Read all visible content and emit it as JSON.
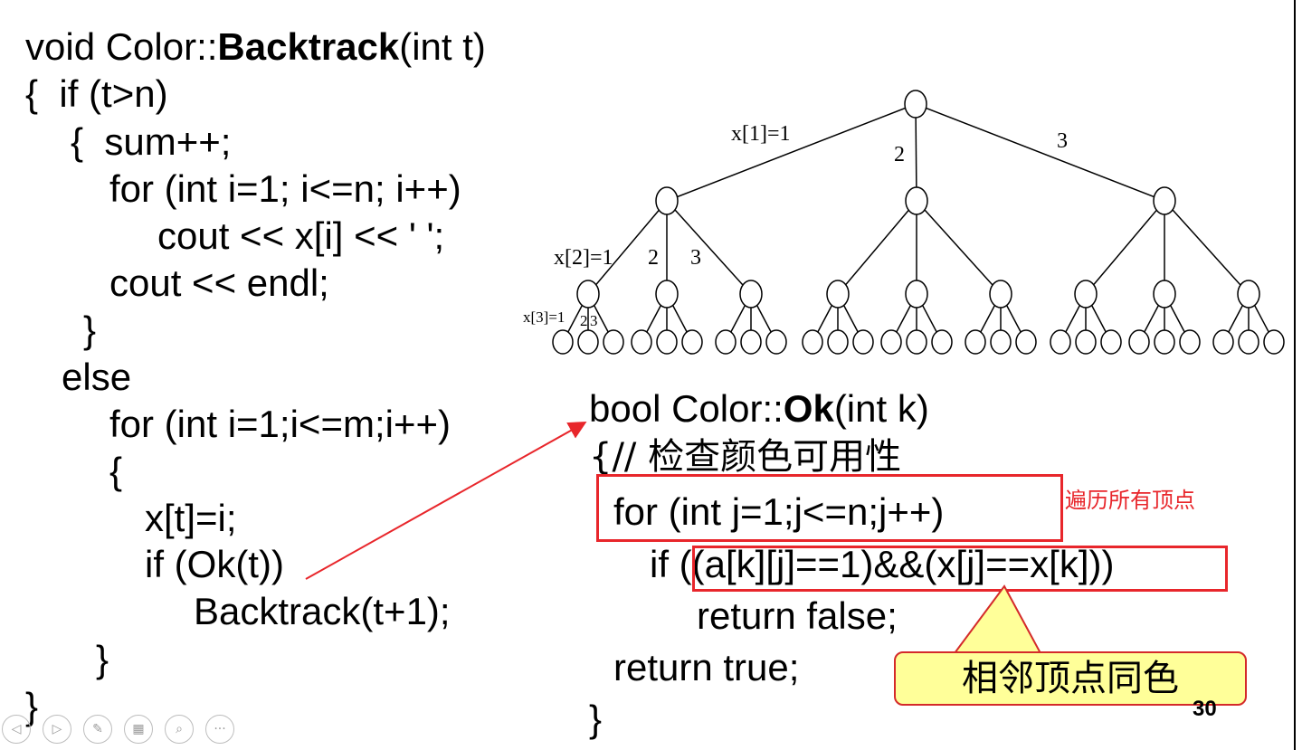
{
  "backtrack": {
    "line1_pre": "void Color::",
    "line1_bold": "Backtrack",
    "line1_post": "(int t)",
    "line2": "{  if (t>n)",
    "line3": "{  sum++;",
    "line4": "for (int i=1; i<=n; i++)",
    "line5": "cout << x[i] << ' ';",
    "line6": "cout << endl;",
    "line7": "}",
    "line8": "else",
    "line9": "for (int i=1;i<=m;i++)",
    "line10": "{",
    "line11": "x[t]=i;",
    "line12": "if (Ok(t))",
    "line13": "Backtrack(t+1);",
    "line14": "}",
    "line15": "}"
  },
  "ok": {
    "line1_pre": "bool Color::",
    "line1_bold": "Ok",
    "line1_post": "(int k)",
    "line2": "{// 检查颜色可用性",
    "line3": "for (int j=1;j<=n;j++)",
    "line4": "if ((a[k][j]==1)&&(x[j]==x[k]))",
    "line5": "return false;",
    "line6": "return true;",
    "line7": "}"
  },
  "annotations": {
    "traverse_label": "遍历所有顶点",
    "callout_text": "相邻顶点同色",
    "accent_color": "#e8262b",
    "callout_bg": "#ffff99"
  },
  "tree": {
    "level1_labels": [
      "x[1]=1",
      "2",
      "3"
    ],
    "level2_labels": [
      "x[2]=1",
      "2",
      "3"
    ],
    "level3_labels": [
      "x[3]=1",
      "2",
      "3"
    ]
  },
  "slide_number": "30",
  "nav": {
    "icons": [
      "prev-icon",
      "next-icon",
      "pen-icon",
      "layout-icon",
      "zoom-icon",
      "more-icon"
    ],
    "glyphs": [
      "◁",
      "▷",
      "✎",
      "▦",
      "⌕",
      "···"
    ]
  }
}
